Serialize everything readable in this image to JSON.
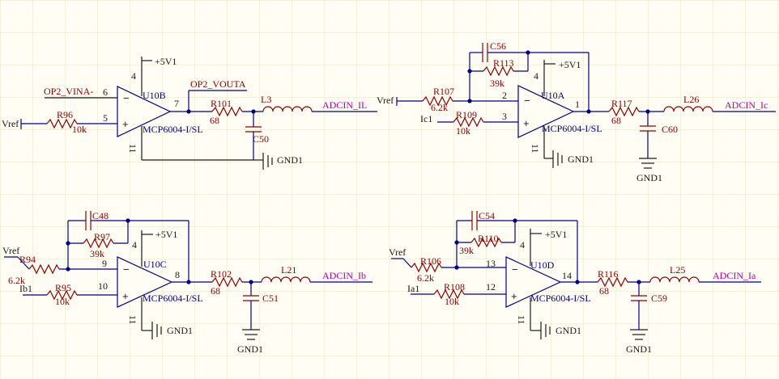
{
  "colors": {
    "background": "#fffdf4",
    "grid": "#e9e3c8",
    "wire": "#00008b",
    "component": "#8b0000",
    "net_label": "#b000b0",
    "text": "#1a1a1a"
  },
  "amp_u10b": {
    "designator": "U10B",
    "part": "MCP6004-I/SL",
    "pin_inv": "6",
    "pin_noninv": "5",
    "pin_out": "7",
    "pin_vdd": "4",
    "pin_vss": "11",
    "supply": "+5V1",
    "input_label": "OP2_VINA-",
    "ref_label": "Vref",
    "output_node_label": "OP2_VOUTA",
    "r_in": "R96",
    "r_in_val": "10k",
    "r_out": "R101",
    "r_out_val": "68",
    "inductor": "L3",
    "cap": "C50",
    "ground": "GND1",
    "net_out": "ADCIN_IL"
  },
  "amp_u10a": {
    "designator": "U10A",
    "part": "MCP6004-I/SL",
    "pin_inv": "2",
    "pin_noninv": "3",
    "pin_out": "1",
    "pin_vdd": "4",
    "pin_vss": "11",
    "supply": "+5V1",
    "ref_label": "Vref",
    "input_label": "Ic1",
    "r_in_ref": "R107",
    "r_in_ref_val": "6.2k",
    "r_in": "R109",
    "r_in_val": "10k",
    "r_fb": "R113",
    "r_fb_val": "39k",
    "c_fb": "C56",
    "r_out": "R117",
    "r_out_val": "68",
    "inductor": "L26",
    "cap": "C60",
    "ground": "GND1",
    "ground_amp": "GND1",
    "net_out": "ADCIN_Ic"
  },
  "amp_u10c": {
    "designator": "U10C",
    "part": "MCP6004-I/SL",
    "pin_inv": "9",
    "pin_noninv": "10",
    "pin_out": "8",
    "pin_vdd": "4",
    "pin_vss": "11",
    "supply": "+5V1",
    "ref_label": "Vref",
    "input_label": "Ib1",
    "r_in_ref": "R94",
    "r_in_ref_val": "6.2k",
    "r_in": "R95",
    "r_in_val": "10k",
    "r_fb": "R97",
    "r_fb_val": "39k",
    "c_fb": "C48",
    "r_out": "R102",
    "r_out_val": "68",
    "inductor": "L21",
    "cap": "C51",
    "ground": "GND1",
    "ground_amp": "GND1",
    "net_out": "ADCIN_Ib"
  },
  "amp_u10d": {
    "designator": "U10D",
    "part": "MCP6004-I/SL",
    "pin_inv": "13",
    "pin_noninv": "12",
    "pin_out": "14",
    "pin_vdd": "4",
    "pin_vss": "11",
    "supply": "+5V1",
    "ref_label": "Vref",
    "input_label": "Ia1",
    "r_in_ref": "R106",
    "r_in_ref_val": "6.2k",
    "r_in": "R108",
    "r_in_val": "10k",
    "r_fb": "R110",
    "r_fb_val": "39k",
    "c_fb": "C54",
    "r_out": "R116",
    "r_out_val": "68",
    "inductor": "L25",
    "cap": "C59",
    "ground": "GND1",
    "ground_amp": "GND1",
    "net_out": "ADCIN_Ia"
  }
}
